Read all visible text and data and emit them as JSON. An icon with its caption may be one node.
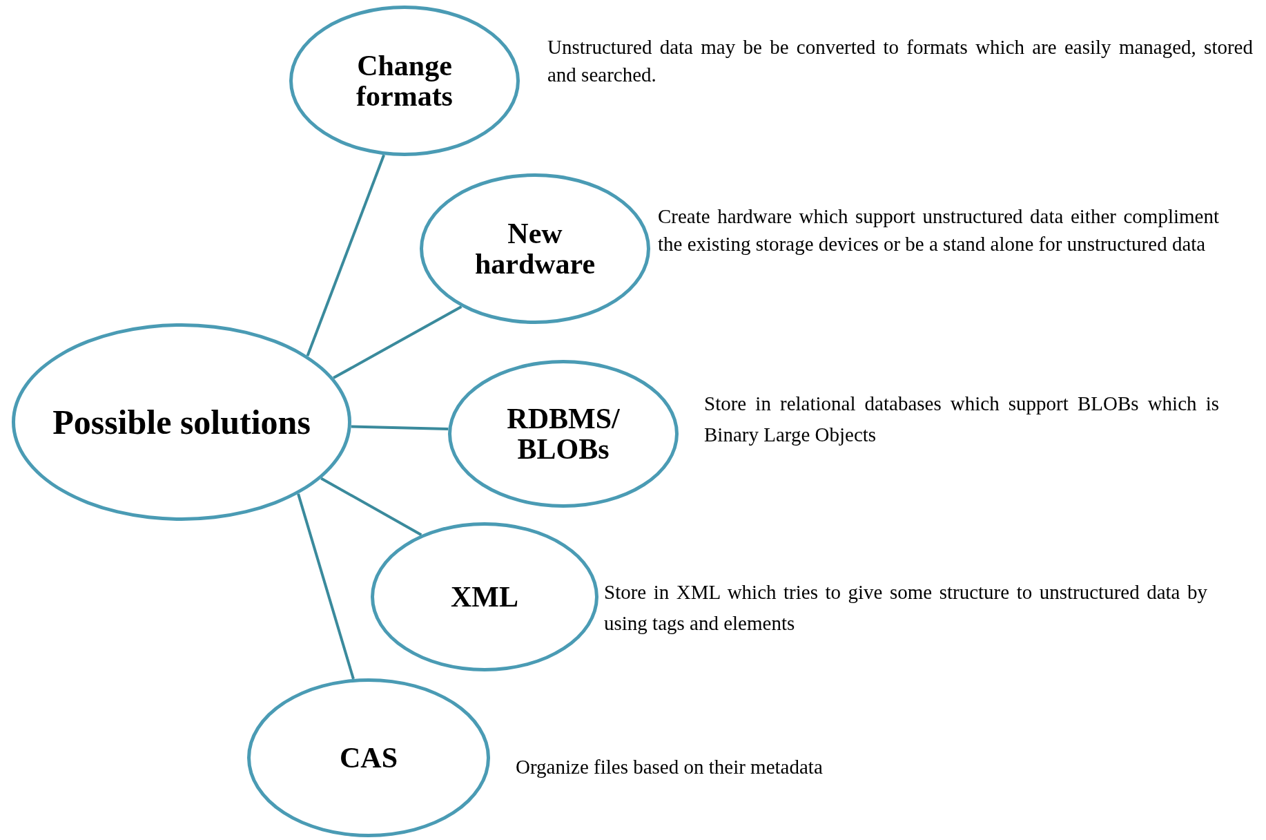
{
  "diagram": {
    "nodes": [
      {
        "text": [
          "Possible solutions"
        ]
      },
      {
        "text": [
          "Change formats"
        ],
        "beside": [
          "Unstructured data may be be converted to formats which are easily managed, stored and searched."
        ]
      },
      {
        "text": [
          "New hardware"
        ],
        "beside": [
          "Create hardware which support unstructured data either compliment the existing storage devices or be a stand alone for unstructured data"
        ]
      },
      {
        "text": [
          "RDBMS/ BLOBs"
        ],
        "beside": [
          "Store in relational databases which support BLOBs which is Binary Large Objects"
        ]
      },
      {
        "text": [
          "XML"
        ],
        "beside": [
          "Store in XML which tries to give some structure to unstructured data by using tags and elements"
        ]
      },
      {
        "text": [
          "CAS"
        ],
        "beside": [
          "Organize files based on their metadata"
        ]
      }
    ],
    "edges": [
      {
        "from": 0,
        "to": 1,
        "arrow": "none"
      },
      {
        "from": 0,
        "to": 2,
        "arrow": "none"
      },
      {
        "from": 0,
        "to": 3,
        "arrow": "none"
      },
      {
        "from": 0,
        "to": 4,
        "arrow": "none"
      },
      {
        "from": 0,
        "to": 5,
        "arrow": "none"
      }
    ]
  }
}
